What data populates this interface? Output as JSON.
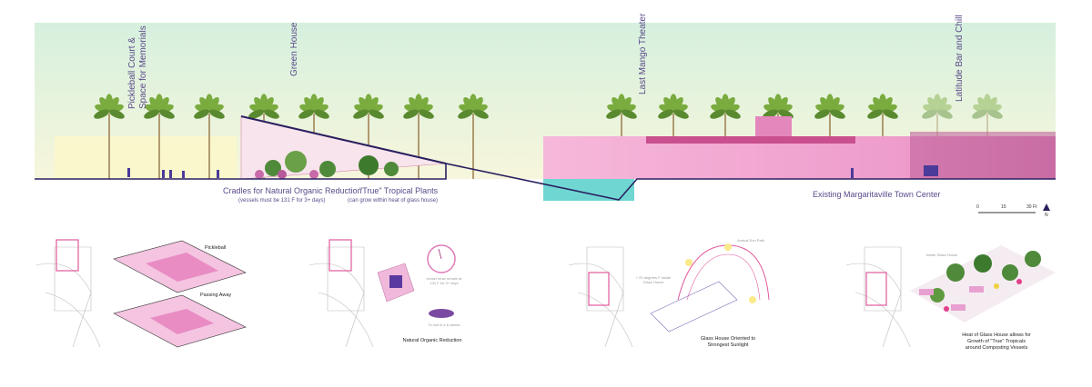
{
  "section": {
    "vertical_labels": [
      "Pickleball Court &",
      "Space for Memorials",
      "Green House",
      "Last Mango Theater",
      "Latitude Bar and Chill"
    ],
    "cradles_title": "Cradles for Natural Organic Reduction",
    "cradles_note": "(vessels must be 131 F for 3+ days)",
    "plants_title": "\"True\" Tropical Plants",
    "plants_note": "(can grow within heat of glass house)",
    "town_center": "Existing Margaritaville Town Center",
    "scale": {
      "ticks": [
        "0",
        "15",
        "30 Ft"
      ],
      "north": "N"
    }
  },
  "panels": {
    "pickleball": "Pickleball",
    "passing_away": "Passing Away",
    "gauge_note": "vessel must remain at 131 F for 3+ days",
    "soil_note": "To soil in 4-6 weeks",
    "nor_caption": "Natural Organic Reduction",
    "sun_path_note": "Annual Sun Path",
    "heat_note": "+ 20 degrees F inside Glass House",
    "glass_caption_1": "Glass House Oriented to",
    "glass_caption_2": "Strongest Sunlight",
    "inside_note": "Inside Glass House",
    "heat_caption_1": "Heat of Glass House allows for",
    "heat_caption_2": "Growth of \"True\" Tropicals",
    "heat_caption_3": "around Composting Vessels"
  },
  "colors": {
    "accent": "#5a4a8a",
    "pink": "#f2a6d2",
    "sky_top": "#d8f0dc",
    "sky_bottom": "#f6f6d8",
    "pool": "#66d3d0"
  }
}
